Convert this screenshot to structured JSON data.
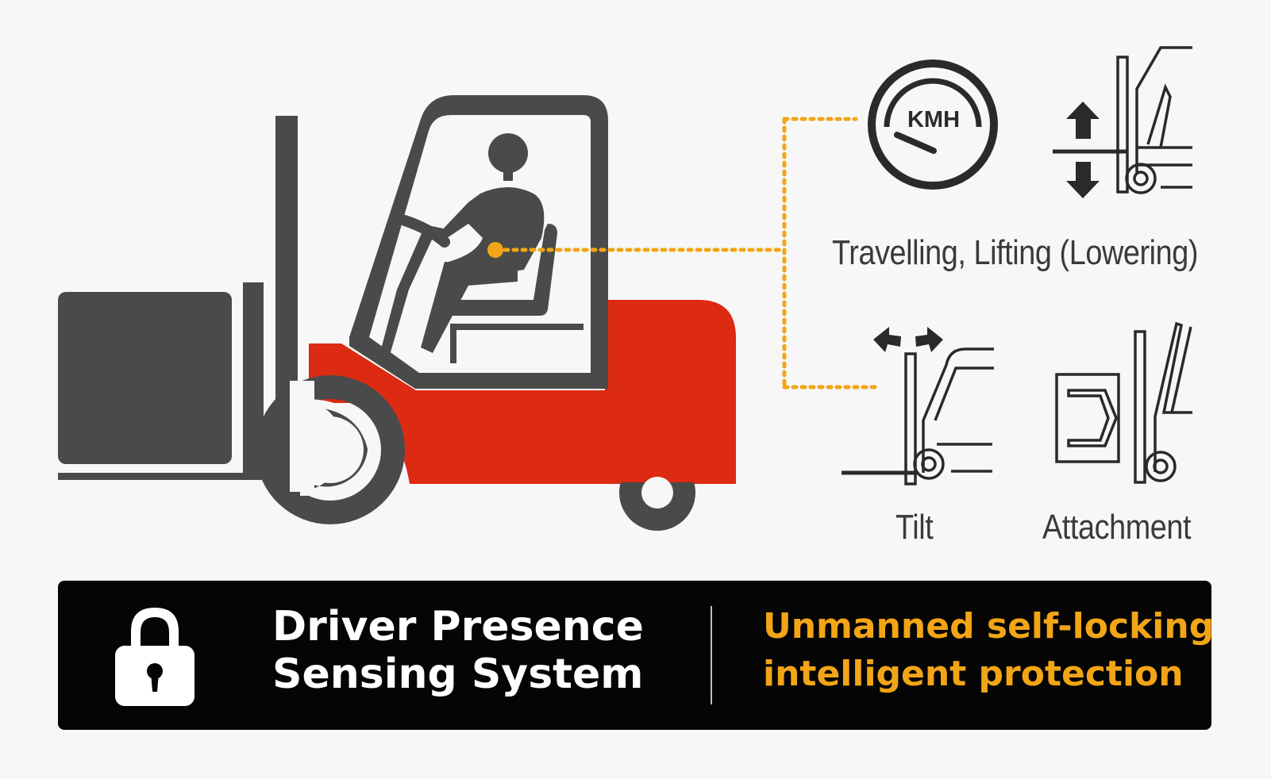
{
  "colors": {
    "body_dark": "#4a4a4a",
    "body_red": "#dd2a12",
    "sensor_dotted": "#f2a516",
    "banner_bg": "#050505",
    "banner_title": "#ffffff",
    "banner_tagline": "#f2a516"
  },
  "diagram": {
    "speedometer_label": "KMH",
    "captions": {
      "travelling": "Travelling, Lifting (Lowering)",
      "tilt": "Tilt",
      "attachment": "Attachment"
    },
    "icons": [
      "forklift-icon",
      "driver-icon",
      "sensor-dot-icon",
      "speedometer-icon",
      "lift-arrows-icon",
      "tilt-arrows-icon",
      "attachment-clamp-icon"
    ]
  },
  "banner": {
    "icon": "lock-icon",
    "title_line1": "Driver Presence",
    "title_line2": "Sensing System",
    "tagline_line1": "Unmanned self-locking",
    "tagline_line2": "intelligent protection"
  }
}
